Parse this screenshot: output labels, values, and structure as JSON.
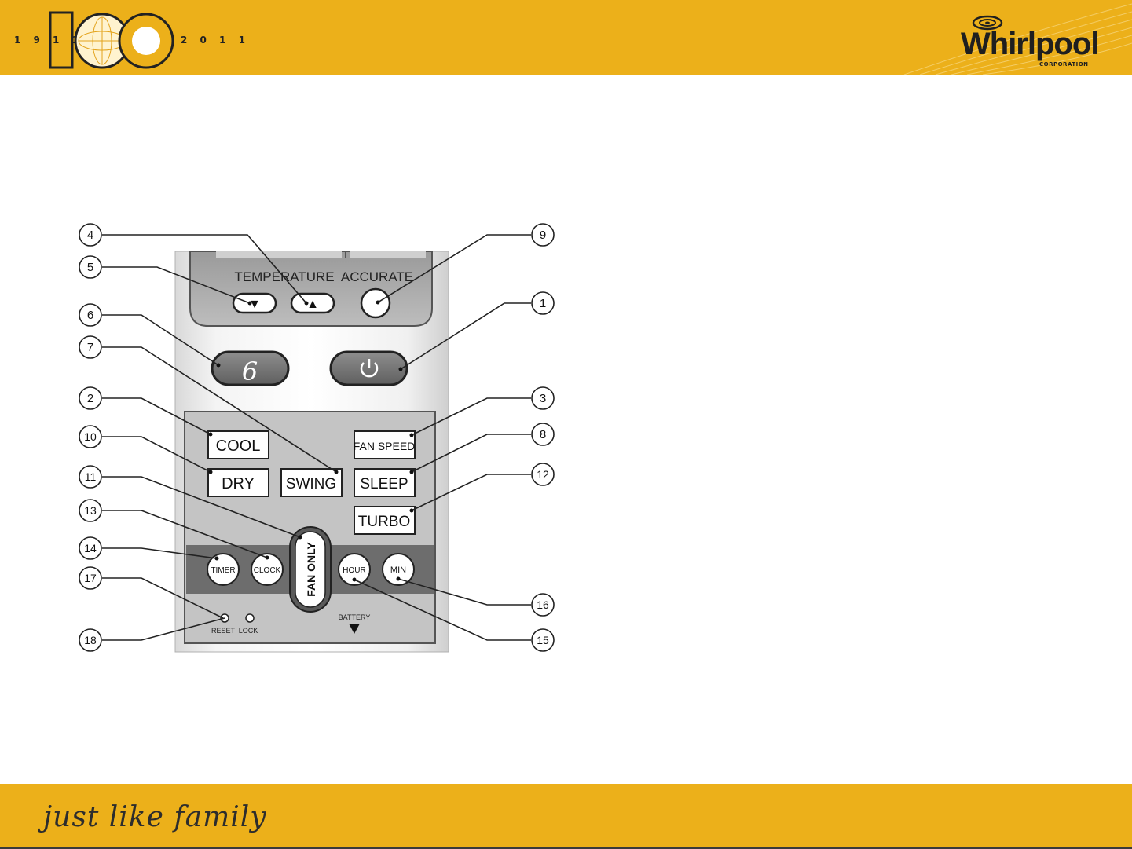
{
  "header": {
    "year_start": "1 9 1 1",
    "year_end": "2 0 1 1",
    "centennial": "100",
    "brand": "Whirlpool",
    "brand_sub": "CORPORATION"
  },
  "remote": {
    "temperature_label": "TEMPERATURE",
    "accurate_label": "ACCURATE",
    "temp_down": "▼",
    "temp_up": "▲",
    "eco_symbol": "6",
    "power_symbol": "⏻",
    "buttons": {
      "cool": "COOL",
      "dry": "DRY",
      "swing": "SWING",
      "fan_speed": "FAN SPEED",
      "sleep": "SLEEP",
      "turbo": "TURBO",
      "fan_only": "FAN ONLY",
      "timer": "TIMER",
      "clock": "CLOCK",
      "hour": "HOUR",
      "min": "MIN"
    },
    "reset_label": "RESET",
    "lock_label": "LOCK",
    "battery_label": "BATTERY"
  },
  "callouts": {
    "c1": "1",
    "c2": "2",
    "c3": "3",
    "c4": "4",
    "c5": "5",
    "c6": "6",
    "c7": "7",
    "c8": "8",
    "c9": "9",
    "c10": "10",
    "c11": "11",
    "c12": "12",
    "c13": "13",
    "c14": "14",
    "c15": "15",
    "c16": "16",
    "c17": "17",
    "c18": "18"
  },
  "footer": {
    "tagline": "just like family"
  }
}
